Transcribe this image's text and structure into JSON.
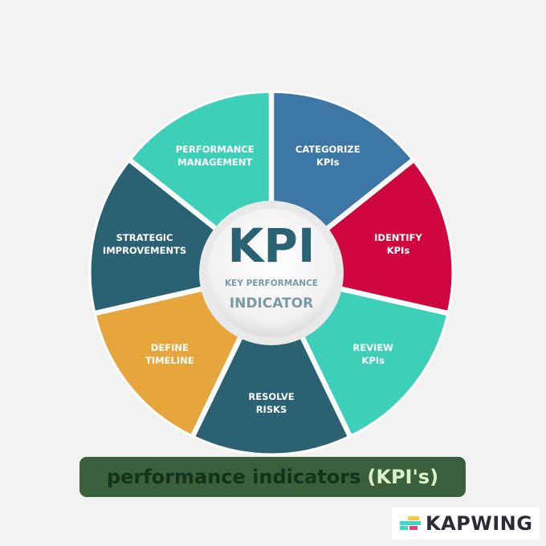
{
  "center": {
    "title": "KPI",
    "subtitle_line1": "KEY PERFORMANCE",
    "subtitle_line2": "INDICATOR"
  },
  "segments": [
    {
      "lines": [
        "CATEGORIZE",
        "KPIs"
      ],
      "color": "#3d77a6"
    },
    {
      "lines": [
        "IDENTIFY",
        "KPIs"
      ],
      "color": "#d0063f"
    },
    {
      "lines": [
        "REVIEW",
        "KPIs"
      ],
      "color": "#3ecfb9"
    },
    {
      "lines": [
        "RESOLVE",
        "RISKS"
      ],
      "color": "#2a6273"
    },
    {
      "lines": [
        "DEFINE",
        "TIMELINE"
      ],
      "color": "#e6a63b"
    },
    {
      "lines": [
        "STRATEGIC",
        "IMPROVEMENTS"
      ],
      "color": "#2a6273"
    },
    {
      "lines": [
        "PERFORMANCE",
        "MANAGEMENT"
      ],
      "color": "#3ecfb9"
    }
  ],
  "colors": {
    "center_text": "#2a6273",
    "center_sub": "#7a9aa5"
  },
  "caption": {
    "main": "performance indicators",
    "accent": "(KPI's)"
  },
  "logo": {
    "text": "KAPWING"
  }
}
